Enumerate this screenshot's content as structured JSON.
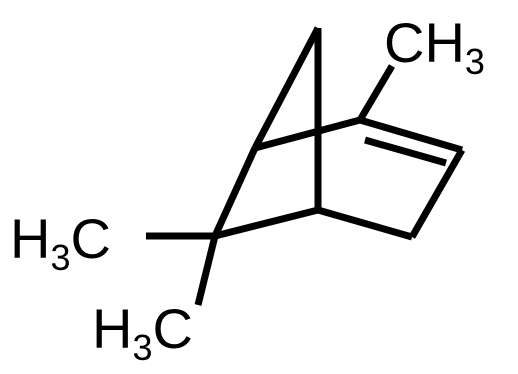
{
  "molecule": {
    "groups": {
      "methyl_top": {
        "element": "CH",
        "subscript": "3"
      },
      "methyl_left_upper": {
        "element_h": "H",
        "subscript": "3",
        "element_c": "C"
      },
      "methyl_left_lower": {
        "element_h": "H",
        "subscript": "3",
        "element_c": "C"
      }
    },
    "colors": {
      "ink": "#000000",
      "background": "#ffffff"
    }
  }
}
